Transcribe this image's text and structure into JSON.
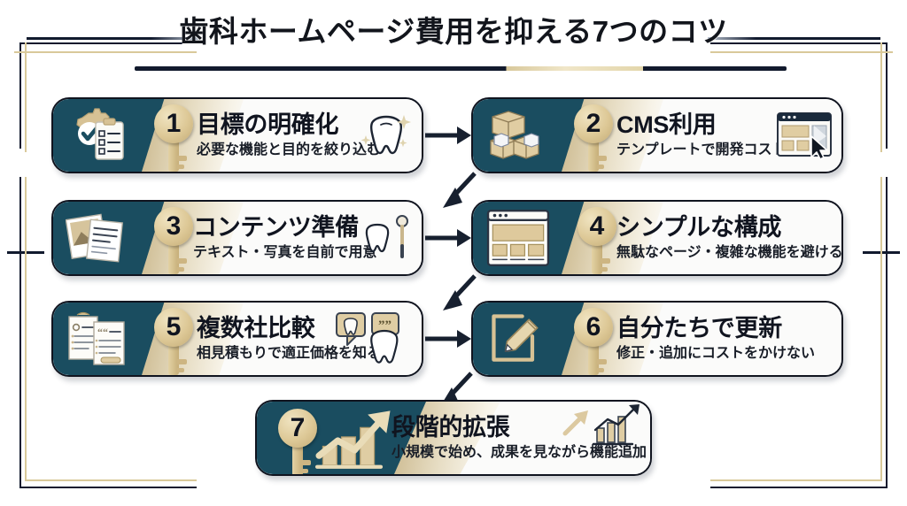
{
  "page": {
    "title": "歯科ホームページ費用を抑える7つのコツ",
    "background_color": "#ffffff",
    "accent_navy": "#10141f",
    "accent_teal": "#1a4d60",
    "accent_gold": "#d9c49a"
  },
  "frame": {
    "style": "double-line corner brackets",
    "navy_color": "#111a2e",
    "gold_color": "#d9c99a"
  },
  "cards": [
    {
      "number": "1",
      "heading": "目標の明確化",
      "subtitle": "必要な機能と目的を絞り込む",
      "left_icon": "gear-checklist-icon",
      "right_icon": "tooth-sparkle-icon"
    },
    {
      "number": "2",
      "heading": "CMS利用",
      "subtitle": "テンプレートで開発コストを削減",
      "left_icon": "stacked-boxes-icon",
      "right_icon": "browser-template-cursor-icon"
    },
    {
      "number": "3",
      "heading": "コンテンツ準備",
      "subtitle": "テキスト・写真を自前で用意",
      "left_icon": "photo-stack-icon",
      "right_icon": "tooth-dental-mirror-icon"
    },
    {
      "number": "4",
      "heading": "シンプルな構成",
      "subtitle": "無駄なページ・複雑な機能を避ける",
      "left_icon": "browser-wireframe-icon",
      "right_icon": "none"
    },
    {
      "number": "5",
      "heading": "複数社比較",
      "subtitle": "相見積もりで適正価格を知る",
      "left_icon": "documents-compare-icon",
      "right_icon": "speech-bubble-tooth-icon"
    },
    {
      "number": "6",
      "heading": "自分たちで更新",
      "subtitle": "修正・追加にコストをかけない",
      "left_icon": "edit-pencil-square-icon",
      "right_icon": "none"
    },
    {
      "number": "7",
      "heading": "段階的拡張",
      "subtitle": "小規模で始め、成果を見ながら機能追加",
      "left_icon": "growth-chart-arrow-icon",
      "right_icon": "bar-chart-trend-icon"
    }
  ],
  "arrows": [
    {
      "name": "arrow-1-to-2",
      "direction": "right"
    },
    {
      "name": "arrow-2-to-3",
      "direction": "down-left"
    },
    {
      "name": "arrow-3-to-4",
      "direction": "right"
    },
    {
      "name": "arrow-4-to-5",
      "direction": "down-left"
    },
    {
      "name": "arrow-5-to-6",
      "direction": "right"
    },
    {
      "name": "arrow-6-to-7",
      "direction": "down-left"
    }
  ]
}
